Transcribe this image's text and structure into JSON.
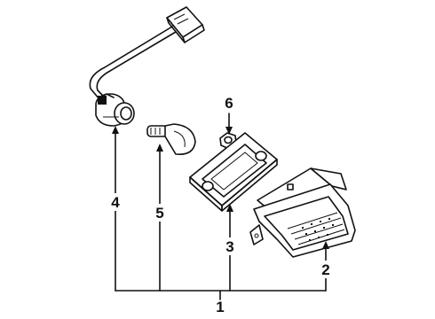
{
  "diagram": {
    "callouts": [
      {
        "id": "1",
        "label": "1"
      },
      {
        "id": "2",
        "label": "2"
      },
      {
        "id": "3",
        "label": "3"
      },
      {
        "id": "4",
        "label": "4"
      },
      {
        "id": "5",
        "label": "5"
      },
      {
        "id": "6",
        "label": "6"
      }
    ],
    "parts": [
      {
        "callout": "2",
        "icon": "lamp-housing-icon"
      },
      {
        "callout": "3",
        "icon": "lamp-gasket-icon"
      },
      {
        "callout": "4",
        "icon": "bulb-socket-harness-icon"
      },
      {
        "callout": "5",
        "icon": "bulb-icon"
      },
      {
        "callout": "6",
        "icon": "nut-icon"
      }
    ]
  }
}
